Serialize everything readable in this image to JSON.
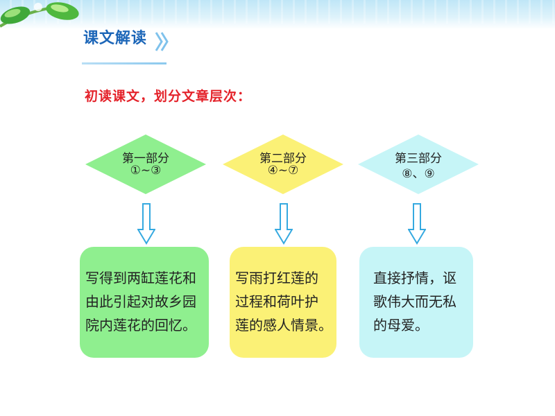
{
  "header": {
    "title": "课文解读"
  },
  "subtitle": "初读课文，划分文章层次：",
  "parts": [
    {
      "title": "第一部分",
      "range": "①~③",
      "lines": [
        "写得到两缸莲花和",
        "由此引起对故乡园",
        "院内莲花的回忆。"
      ]
    },
    {
      "title": "第二部分",
      "range": "④~⑦",
      "lines": [
        "写雨打红莲的",
        "过程和荷叶护",
        "莲的感人情景。"
      ]
    },
    {
      "title": "第三部分",
      "range": "⑧、⑨",
      "lines": [
        "直接抒情，讴",
        "歌伟大而无私",
        "的母爱。"
      ]
    }
  ],
  "colors": {
    "part1": "#8fef8f",
    "part2": "#fbf176",
    "part3": "#c6f5f7",
    "arrow": "#35a9e0",
    "title": "#1c66b8",
    "subtitle": "#e4222a"
  },
  "icons": [
    "sprout-icon",
    "chevron-double-right-icon",
    "arrow-down-icon"
  ]
}
